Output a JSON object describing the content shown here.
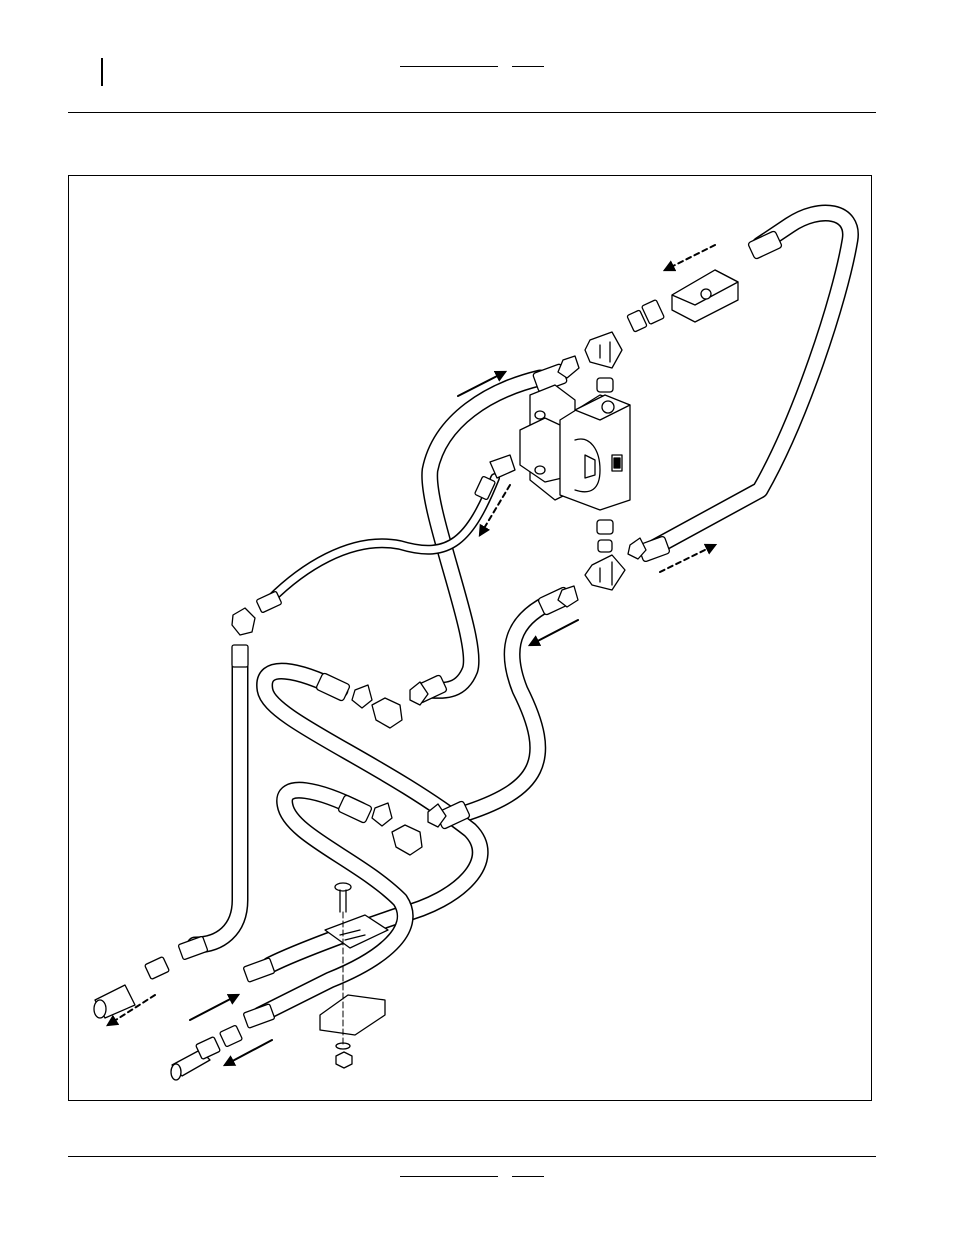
{
  "page": {
    "header_links": [
      "",
      ""
    ],
    "footer_links": [
      "",
      ""
    ]
  },
  "figure": {
    "icons": [
      "hydraulic-motor-icon",
      "tee-fitting-icon",
      "elbow-fitting-icon",
      "hose-icon",
      "quick-coupler-icon",
      "flow-arrow-icon",
      "hose-clamp-icon",
      "bolt-icon",
      "nut-icon",
      "washer-icon",
      "check-valve-icon"
    ],
    "flow_arrows": [
      {
        "style": "solid",
        "direction": "in"
      },
      {
        "style": "solid",
        "direction": "out"
      },
      {
        "style": "dashed",
        "direction": "out"
      },
      {
        "style": "dashed",
        "direction": "out"
      },
      {
        "style": "dashed",
        "direction": "in"
      },
      {
        "style": "dashed",
        "direction": "out"
      },
      {
        "style": "solid",
        "direction": "out"
      },
      {
        "style": "solid",
        "direction": "in"
      }
    ]
  },
  "colors": {
    "ink": "#000000",
    "paper": "#ffffff"
  }
}
